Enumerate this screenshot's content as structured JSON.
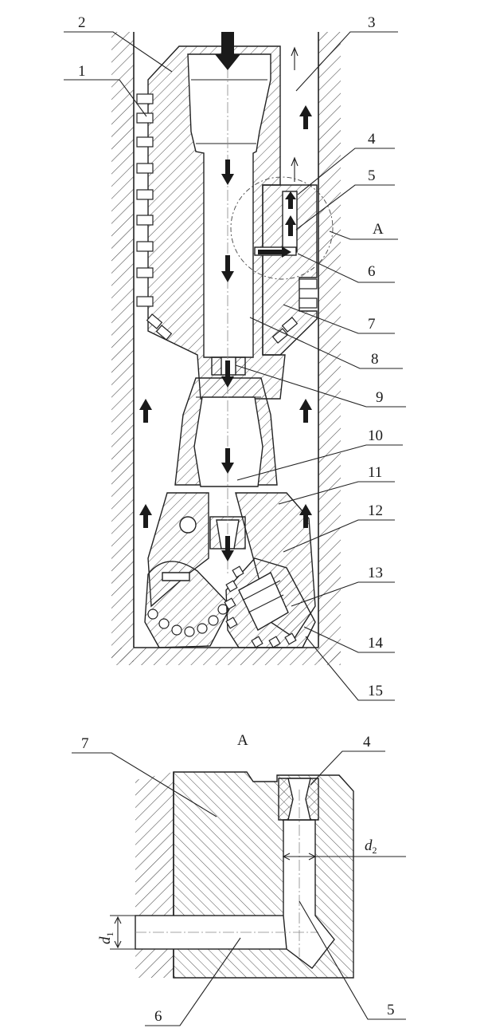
{
  "figure": {
    "callouts": [
      {
        "id": "1",
        "text": "1"
      },
      {
        "id": "2",
        "text": "2"
      },
      {
        "id": "3",
        "text": "3"
      },
      {
        "id": "4",
        "text": "4"
      },
      {
        "id": "5",
        "text": "5"
      },
      {
        "id": "A",
        "text": "A"
      },
      {
        "id": "6",
        "text": "6"
      },
      {
        "id": "7",
        "text": "7"
      },
      {
        "id": "8",
        "text": "8"
      },
      {
        "id": "9",
        "text": "9"
      },
      {
        "id": "10",
        "text": "10"
      },
      {
        "id": "11",
        "text": "11"
      },
      {
        "id": "12",
        "text": "12"
      },
      {
        "id": "13",
        "text": "13"
      },
      {
        "id": "14",
        "text": "14"
      },
      {
        "id": "15",
        "text": "15"
      }
    ]
  },
  "detail": {
    "title": "A",
    "callouts": [
      {
        "id": "7",
        "text": "7"
      },
      {
        "id": "4",
        "text": "4"
      },
      {
        "id": "5",
        "text": "5"
      },
      {
        "id": "6",
        "text": "6"
      }
    ],
    "dim_d1": {
      "symbol": "d",
      "sub": "1"
    },
    "dim_d2": {
      "symbol": "d",
      "sub": "2"
    }
  },
  "style": {
    "line_color": "#222222",
    "hatch_color": "#555555",
    "arrow_color": "#1a1a1a"
  }
}
